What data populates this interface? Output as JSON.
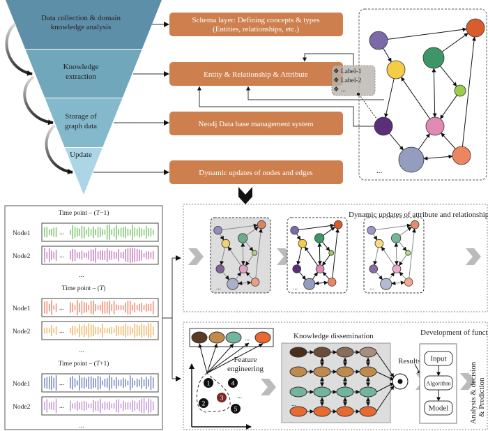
{
  "funnel": {
    "stages": [
      {
        "lines": [
          "Data collection & domain",
          "knowledge analysis"
        ],
        "color": "#5e8fa8"
      },
      {
        "lines": [
          "Knowledge",
          "extraction"
        ],
        "color": "#70a7bb"
      },
      {
        "lines": [
          "Storage of",
          "graph data"
        ],
        "color": "#84b9cc"
      },
      {
        "lines": [
          "Update"
        ],
        "color": "#acd6e6"
      }
    ]
  },
  "process_boxes": [
    {
      "lines": [
        "Schema layer: Defining concepts & types",
        "(Entities, relationships, etc.)"
      ]
    },
    {
      "lines": [
        "Entity & Relationship & Attribute"
      ]
    },
    {
      "lines": [
        "Neo4j Data base management system"
      ]
    },
    {
      "lines": [
        "Dynamic updates of nodes and edges"
      ]
    }
  ],
  "labels_popup": {
    "items": [
      "Label-1",
      "Label-2",
      "..."
    ]
  },
  "graph": {
    "ellipsis": "...",
    "node_colors": [
      "#7b69a8",
      "#d95c2c",
      "#3c9668",
      "#f4cc45",
      "#9ccc4c",
      "#5a2e78",
      "#e08ab4",
      "#949cc0",
      "#ee8460"
    ]
  },
  "timeline": {
    "groups": [
      {
        "title_prefix": "Time point – (",
        "title_var": "T",
        "title_suffix": "−1)",
        "rows": [
          {
            "label": "Node1",
            "color": "#5cb848"
          },
          {
            "label": "Node2",
            "color": "#b860b0"
          }
        ]
      },
      {
        "title_prefix": "Time point – (",
        "title_var": "T",
        "title_suffix": ")",
        "rows": [
          {
            "label": "Node1",
            "color": "#ee6a4a"
          },
          {
            "label": "Node2",
            "color": "#f0a23c"
          }
        ]
      },
      {
        "title_prefix": "Time point – (",
        "title_var": "T",
        "title_suffix": "+1)",
        "rows": [
          {
            "label": "Node1",
            "color": "#5068b0"
          },
          {
            "label": "Node2",
            "color": "#b67ac8"
          }
        ]
      }
    ],
    "ellipsis": "...",
    "bar_ellipsis": "..."
  },
  "dynamic_panel": {
    "title": "Dynamic updates of attribute and relationship",
    "ellipsis": "..."
  },
  "functions_panel": {
    "title": "Development of functions",
    "feature_label": [
      "Feature",
      "engineering"
    ],
    "feature_colors": [
      "#5a3a24",
      "#c08a4c",
      "#72b49c",
      "#e86a30"
    ],
    "ellipsis": "...",
    "points": [
      "1",
      "2",
      "3",
      "4",
      "5"
    ],
    "dissemination_title": "Knowledge dissemination",
    "results_label": "Results",
    "steps": [
      "Input",
      "Algorithm",
      "Model"
    ],
    "outcome": [
      "Analysis & decision",
      "& Prediction"
    ]
  }
}
